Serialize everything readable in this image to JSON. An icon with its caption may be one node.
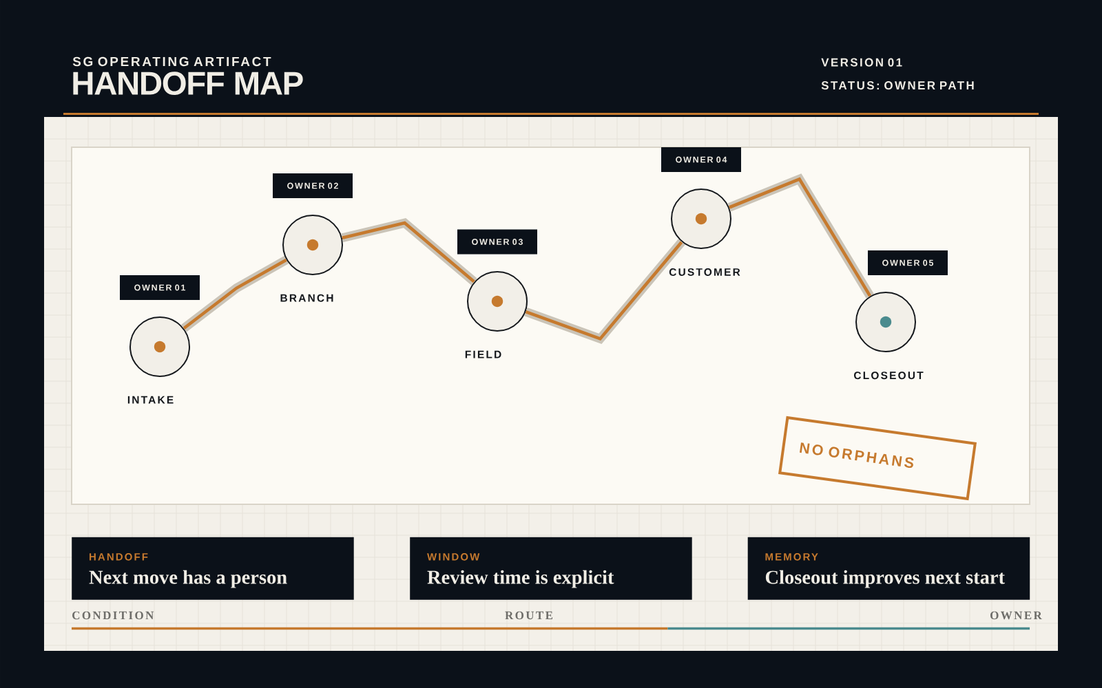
{
  "diagram": {
    "title": "HANDOFF MAP",
    "nodes": [
      {
        "text": [
          "INTAKE"
        ]
      },
      {
        "text": [
          "BRANCH"
        ]
      },
      {
        "text": [
          "FIELD"
        ]
      },
      {
        "text": [
          "CUSTOMER"
        ]
      },
      {
        "text": [
          "CLOSEOUT"
        ]
      },
      {
        "text": [
          "OWNER 01"
        ]
      },
      {
        "text": [
          "OWNER 02"
        ]
      },
      {
        "text": [
          "OWNER 03"
        ]
      },
      {
        "text": [
          "OWNER 04"
        ]
      },
      {
        "text": [
          "OWNER 05"
        ]
      },
      {
        "text": [
          "NO ORPHANS"
        ]
      },
      {
        "text": [
          "HANDOFF",
          "Next move has a person"
        ]
      },
      {
        "text": [
          "WINDOW",
          "Review time is explicit"
        ]
      },
      {
        "text": [
          "MEMORY",
          "Closeout improves next start"
        ]
      }
    ],
    "edges": [
      {
        "from": 0,
        "to": 1,
        "arrow": "none"
      },
      {
        "from": 1,
        "to": 2,
        "arrow": "none"
      },
      {
        "from": 2,
        "to": 3,
        "arrow": "none"
      },
      {
        "from": 3,
        "to": 4,
        "arrow": "none"
      }
    ],
    "labels": [
      "SG OPERATING ARTIFACT",
      "VERSION 01",
      "STATUS: OWNER PATH",
      "CONDITION",
      "ROUTE",
      "OWNER"
    ]
  }
}
